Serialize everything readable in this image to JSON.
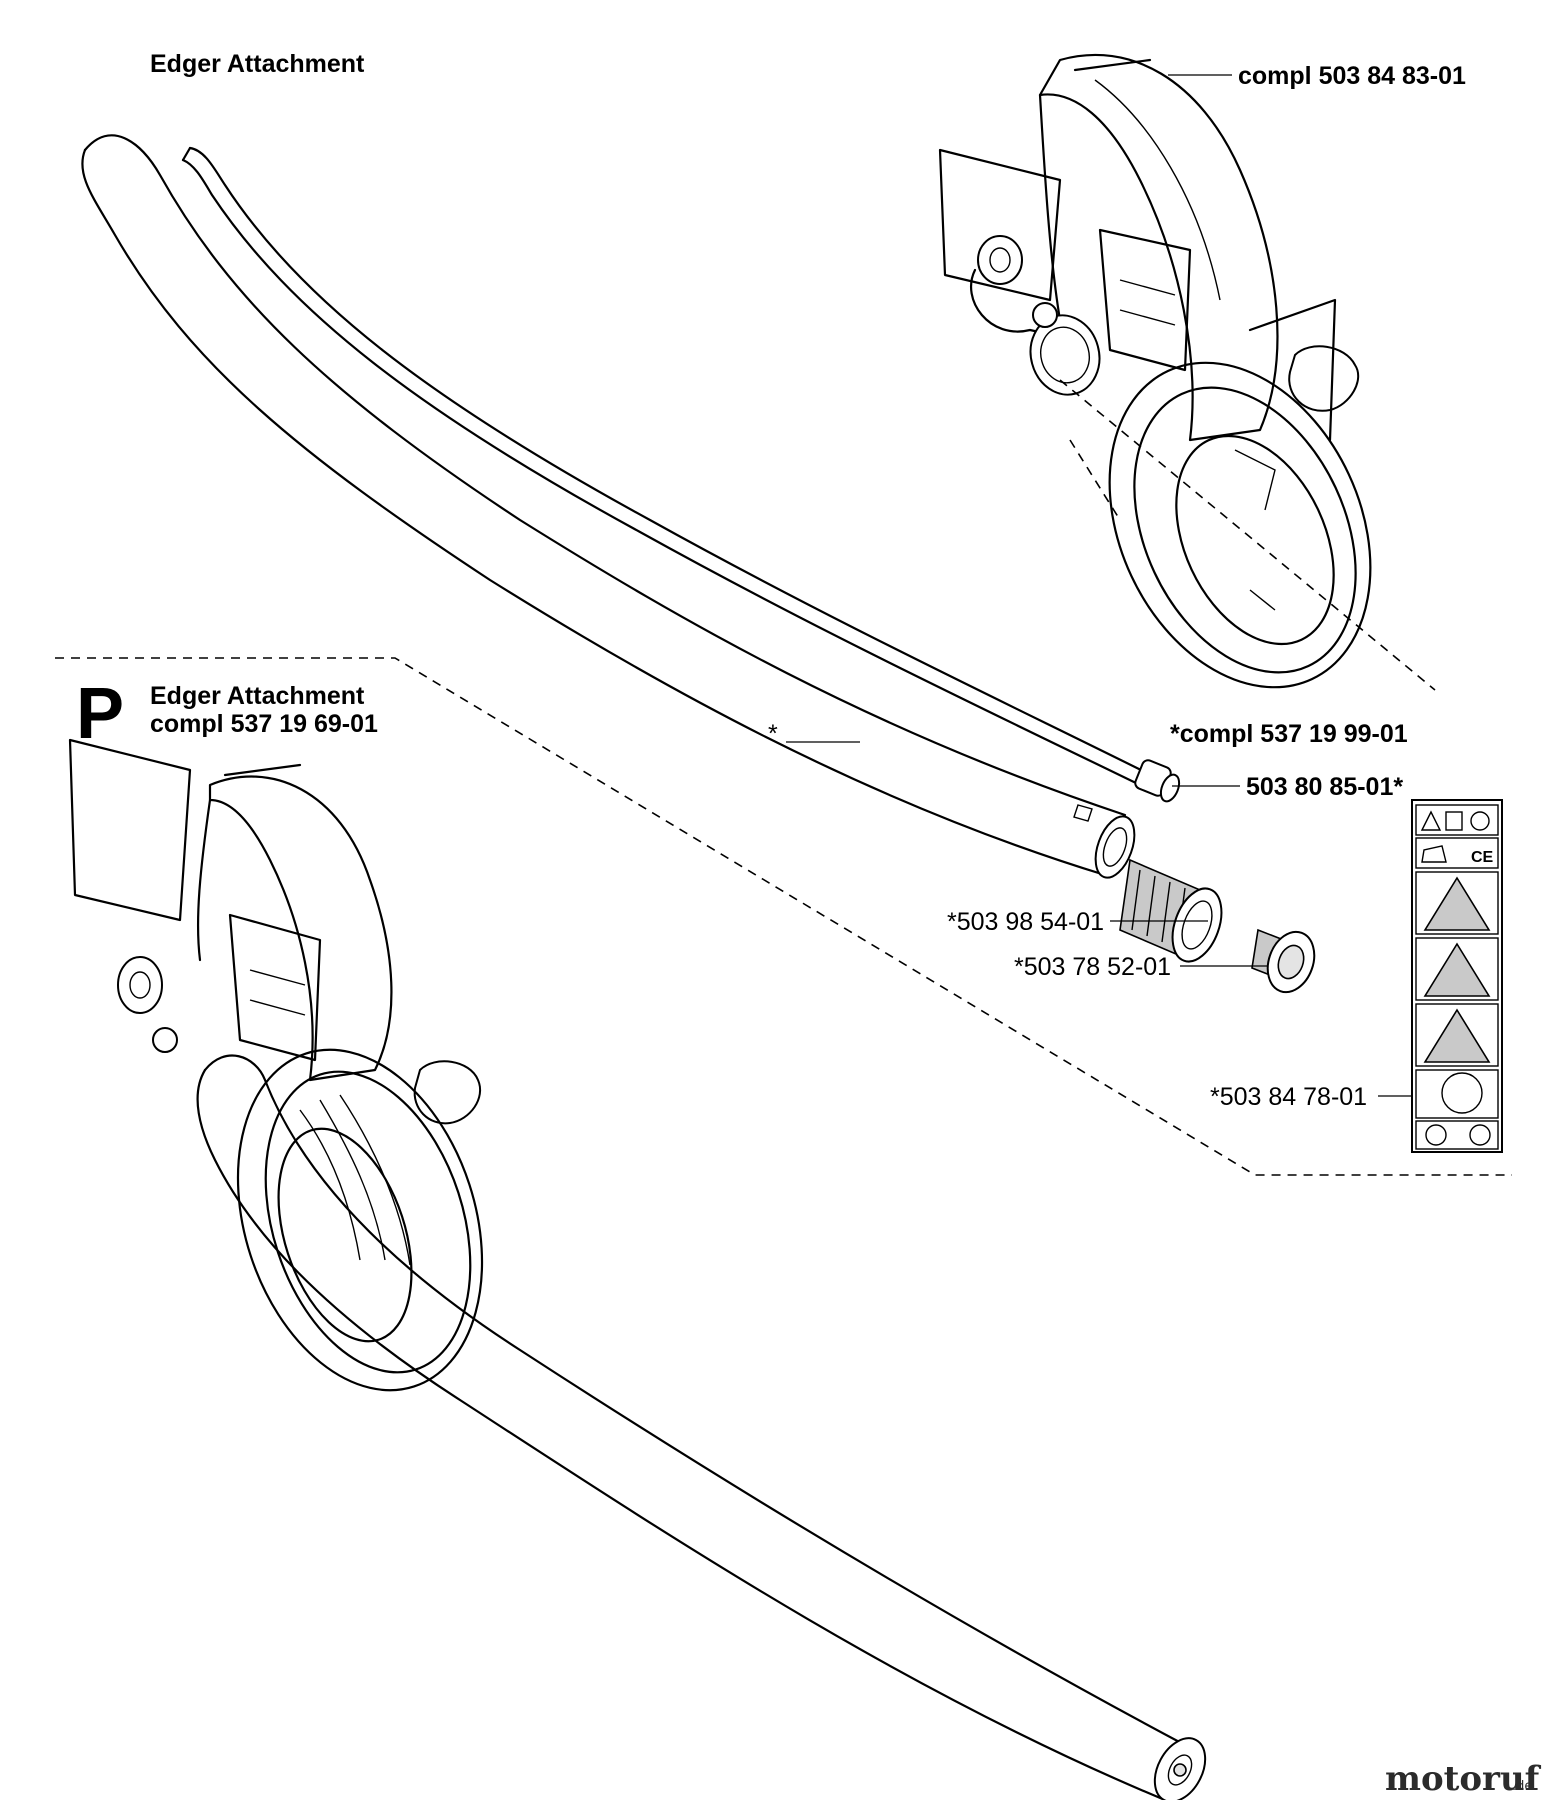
{
  "heading_top": "Edger Attachment",
  "section_letter": "P",
  "section_title": "Edger Attachment",
  "section_compl": "compl 537 19 69-01",
  "parts": {
    "guard_assembly": "compl 503 84 83-01",
    "shaft_set": "*compl 537 19 99-01",
    "tube_marker": "*",
    "drive_shaft": "503 80 85-01*",
    "bushing": "*503 98 54-01",
    "cap": "*503 78 52-01",
    "decal": "*503 84 78-01"
  },
  "decal_ce_mark": "CE",
  "watermark": {
    "brand": "motoruf",
    "suffix": ".de"
  }
}
